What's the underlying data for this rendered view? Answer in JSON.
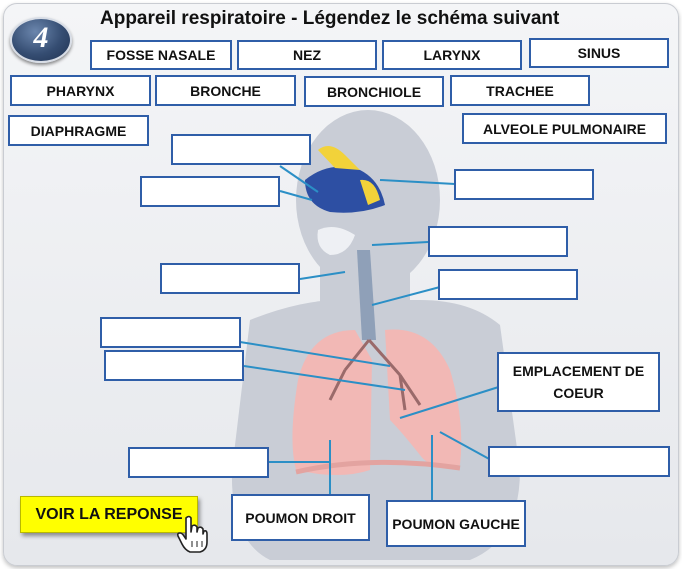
{
  "badge": {
    "number": "4"
  },
  "title": "Appareil respiratoire - Légendez le schéma suivant",
  "word_bank": [
    "FOSSE NASALE",
    "NEZ",
    "LARYNX",
    "SINUS",
    "PHARYNX",
    "BRONCHE",
    "BRONCHIOLE",
    "TRACHEE",
    "DIAPHRAGME",
    "ALVEOLE PULMONAIRE"
  ],
  "fixed_labels": {
    "heart": "EMPLACEMENT DE COEUR",
    "right_lung": "POUMON DROIT",
    "left_lung": "POUMON GAUCHE"
  },
  "reveal_button": "VOIR LA REPONSE",
  "icons": {
    "pointer": "hand-pointer-icon"
  },
  "colors": {
    "box_border": "#2f5ea8",
    "leader": "#2b8fc6",
    "button": "#ffff00",
    "lung": "#f2b8b5",
    "body": "#c9cdd6"
  }
}
